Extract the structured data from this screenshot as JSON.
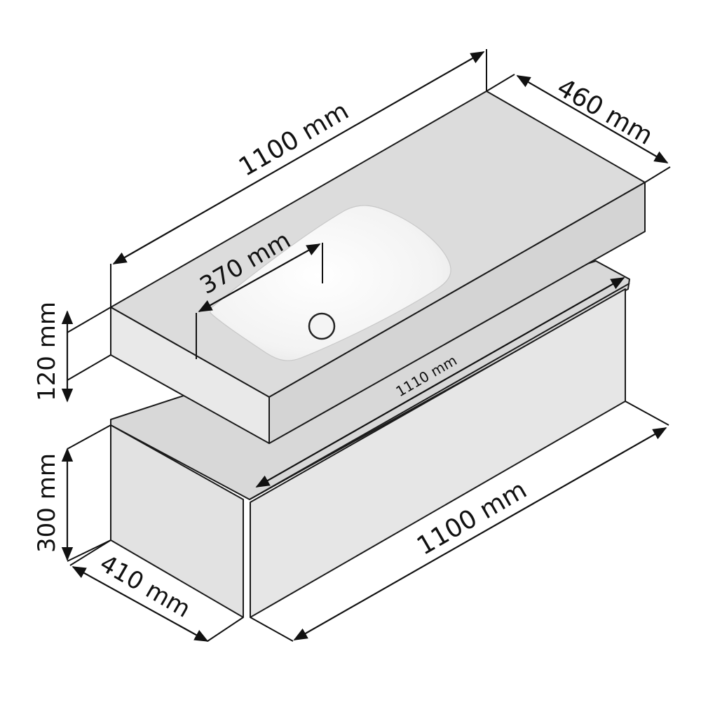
{
  "dimensions": {
    "top_length": "1100 mm",
    "top_depth": "460 mm",
    "basin_width": "370 mm",
    "top_height": "120 mm",
    "cabinet_inner_length": "1110 mm",
    "cabinet_height": "300 mm",
    "cabinet_depth": "410 mm",
    "cabinet_length": "1100 mm"
  },
  "colors": {
    "counter_top_face": "#dcdcdc",
    "counter_front_face": "#e9e9e9",
    "counter_side_face": "#d4d4d4",
    "basin": "#f7f7f7",
    "cabinet_top": "#d8d8d8",
    "cabinet_front": "#e6e6e6",
    "cabinet_side": "#e2e2e2",
    "line": "#111111"
  }
}
